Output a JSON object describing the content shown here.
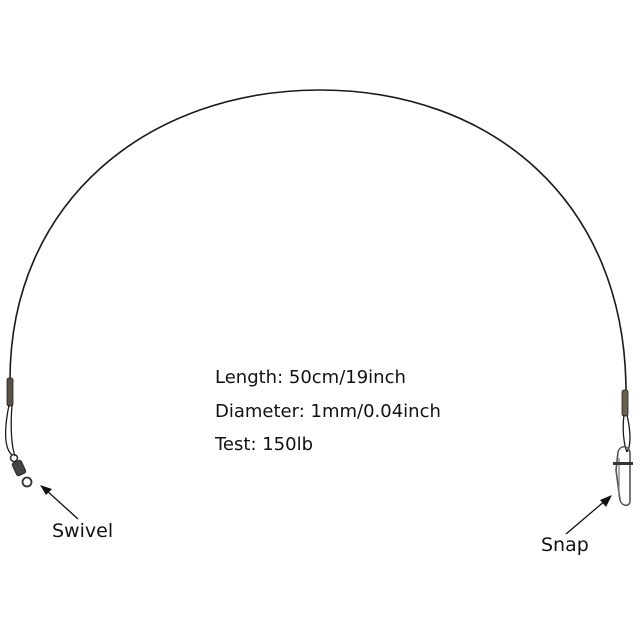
{
  "specs": {
    "length": "Length: 50cm/19inch",
    "diameter": "Diameter: 1mm/0.04inch",
    "test": "Test: 150lb"
  },
  "labels": {
    "swivel": "Swivel",
    "snap": "Snap"
  },
  "colors": {
    "wire": "#1a1a1a",
    "metal": "#6b6b6b"
  }
}
